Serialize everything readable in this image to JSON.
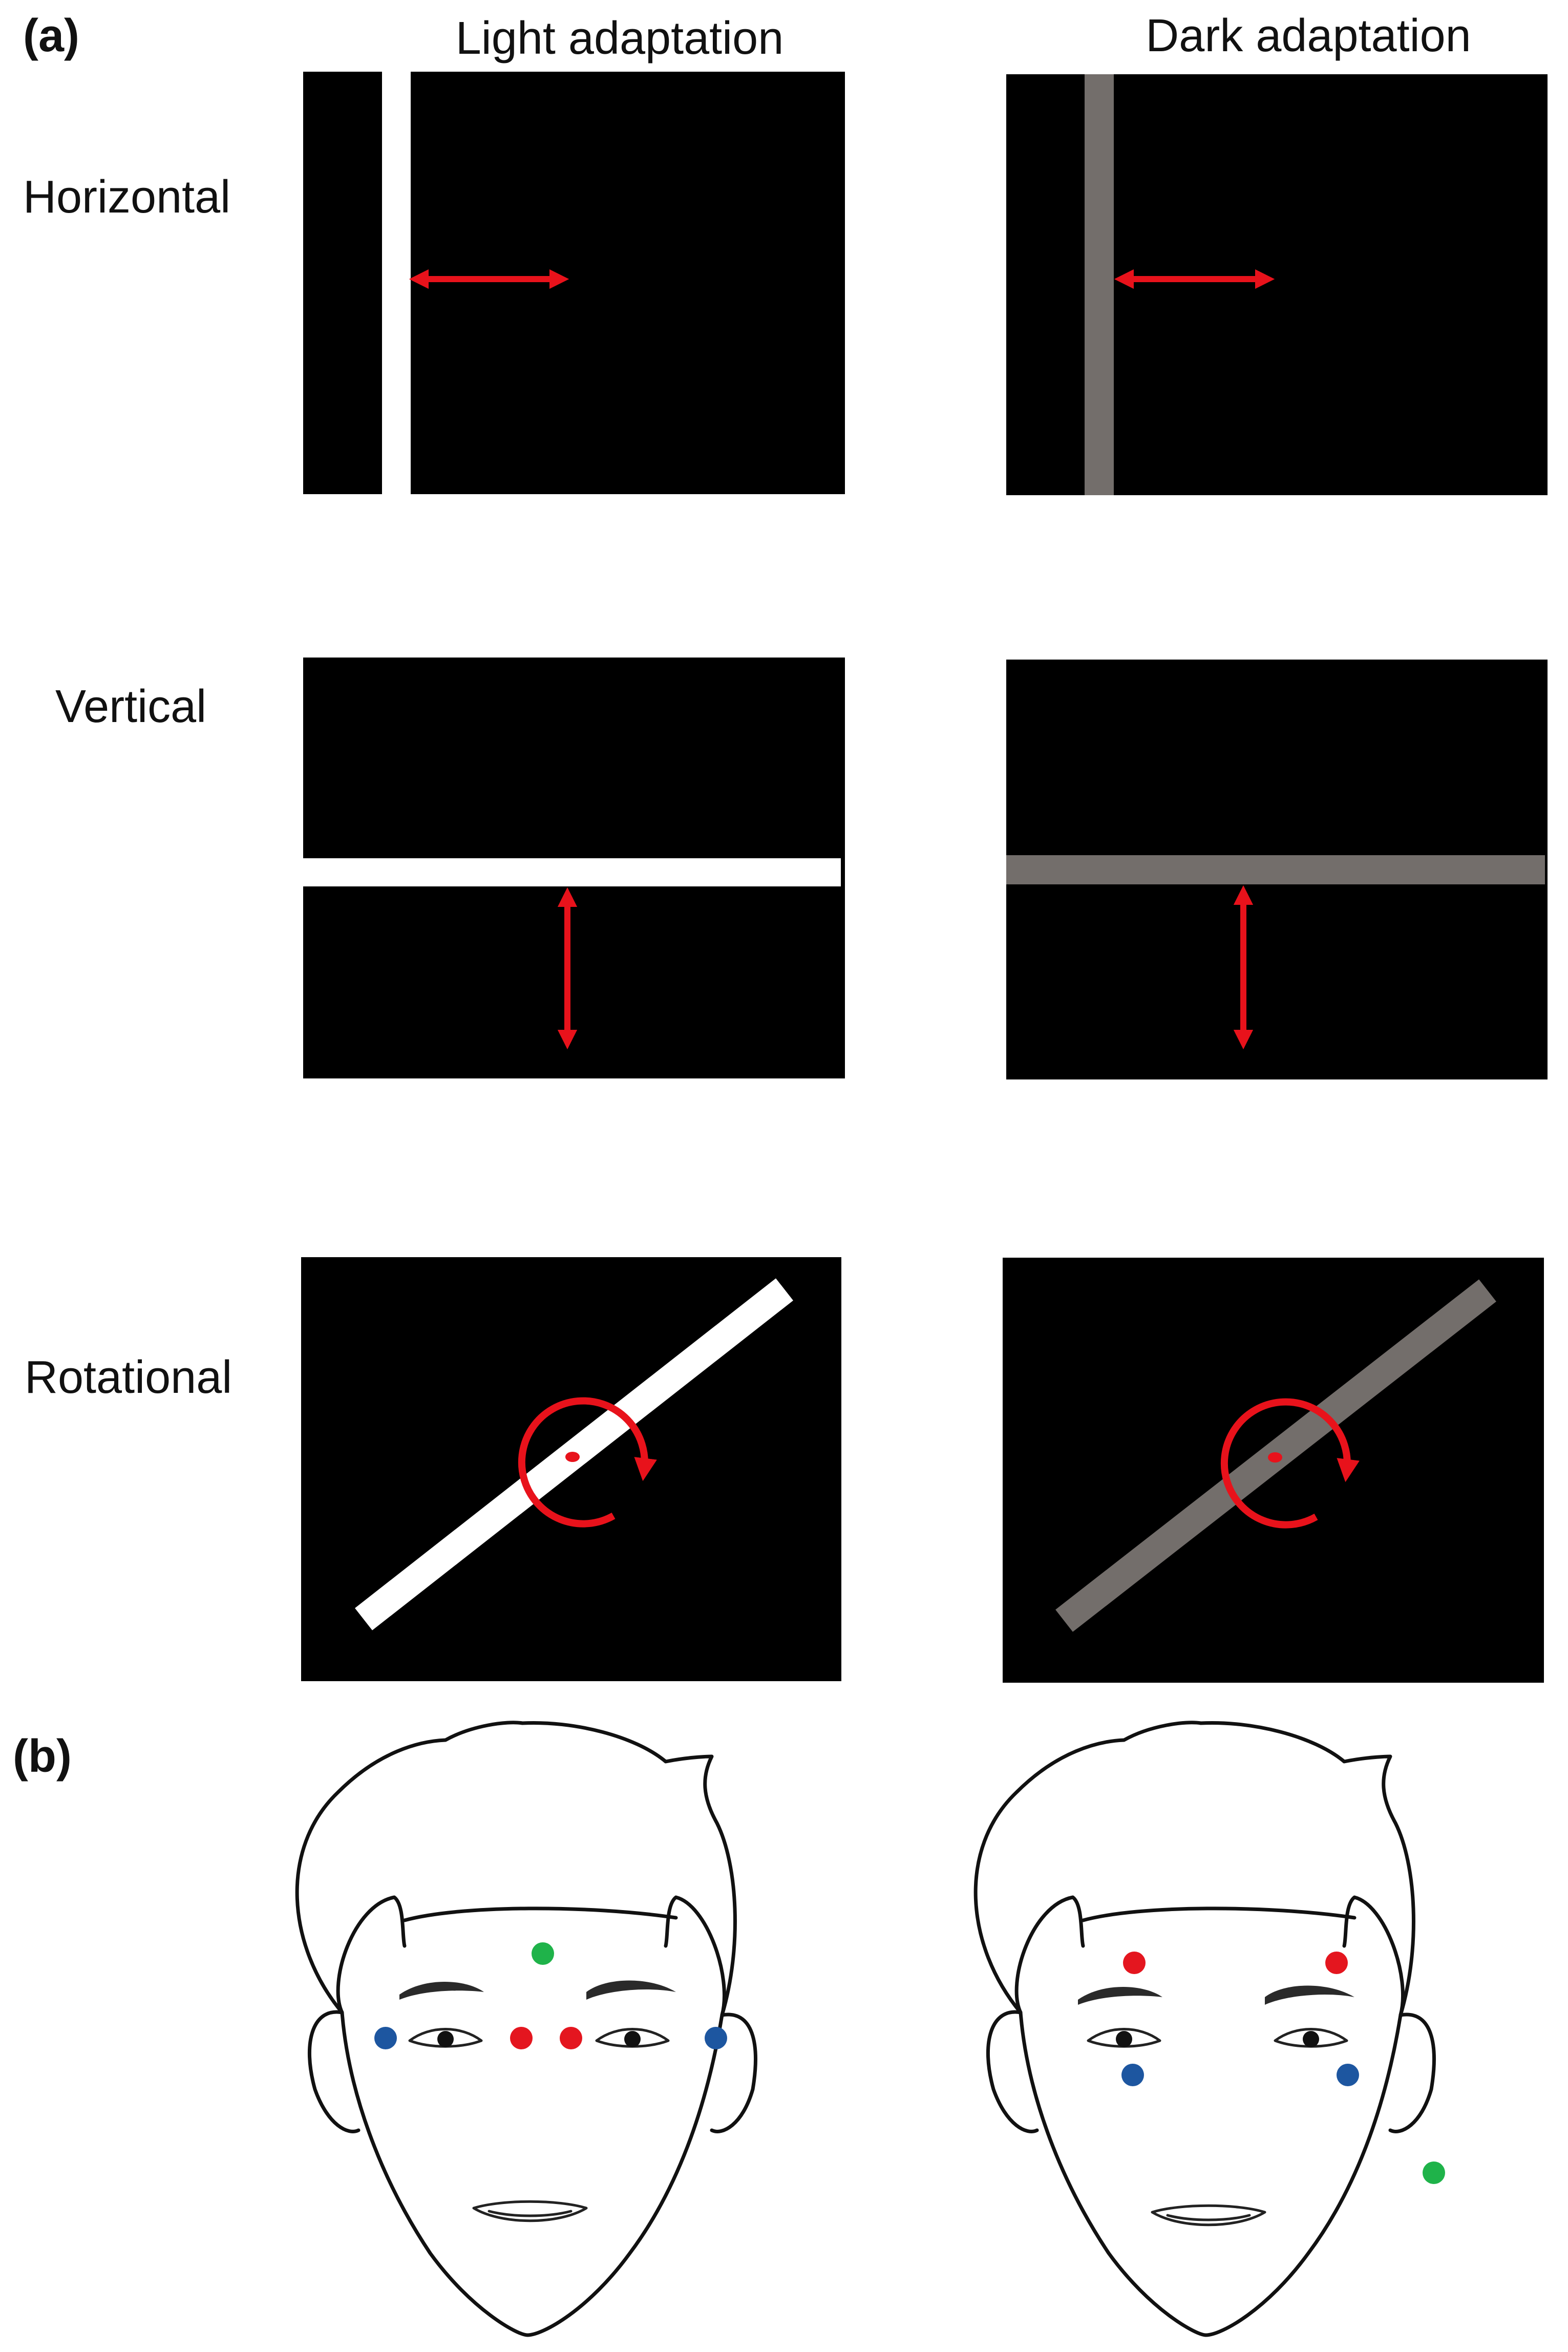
{
  "panel_a": {
    "label": "(a)",
    "columns": [
      "Light adaptation",
      "Dark adaptation"
    ],
    "rows": [
      "Horizontal",
      "Vertical",
      "Rotational"
    ]
  },
  "panel_b": {
    "label": "(b)"
  },
  "colors": {
    "background": "#000000",
    "light_bar": "#ffffff",
    "dark_bar": "#736e6b",
    "arrow": "#e8121b",
    "electrode_red": "#e4161f",
    "electrode_blue": "#1d56a0",
    "electrode_green": "#1fb34a"
  },
  "icons": {
    "horizontal_motion": "double-arrow-horizontal-icon",
    "vertical_motion": "double-arrow-vertical-icon",
    "rotational_motion": "rotation-arrow-icon"
  }
}
